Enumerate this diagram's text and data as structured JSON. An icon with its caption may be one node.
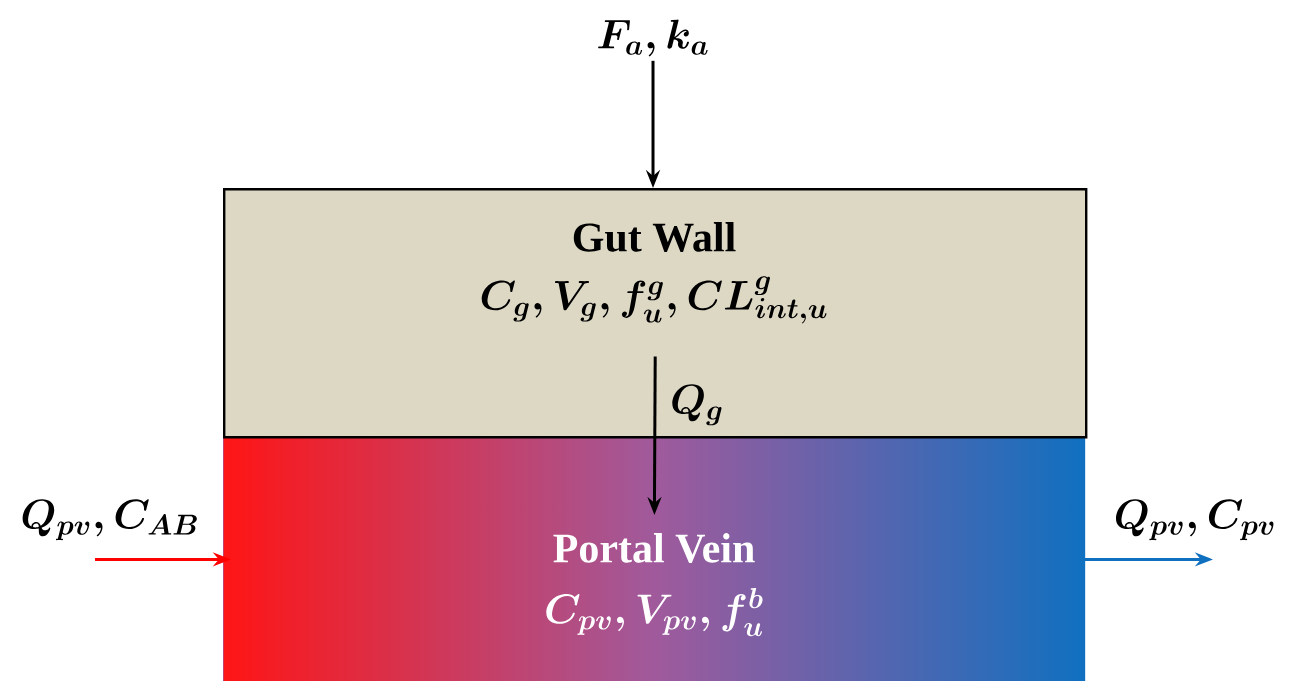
{
  "diagram": {
    "nodes": [
      {
        "text": [
          "Gut Wall",
          "C_{g}, V_{g}, f_{u}^{g}, CL_{int,u}^{g}"
        ]
      },
      {
        "text": [
          "Portal Vein",
          "C_{pv}, V_{pv}, f_{u}^{b}"
        ]
      },
      {
        "text": [
          "F_{a}, k_{a}"
        ]
      },
      {
        "text": [
          "Q_{pv}, C_{AB}"
        ]
      },
      {
        "text": [
          "Q_{pv}, C_{pv}"
        ]
      }
    ],
    "edges": [
      {
        "from": 0,
        "to": 1,
        "arrow": "to",
        "label": "Q_{g}"
      },
      {
        "from": 2,
        "to": 0,
        "arrow": "to"
      },
      {
        "from": 3,
        "to": 1,
        "arrow": "to",
        "color": "#ff0000"
      },
      {
        "from": 1,
        "to": 4,
        "arrow": "to",
        "color": "#1070c0"
      }
    ]
  }
}
